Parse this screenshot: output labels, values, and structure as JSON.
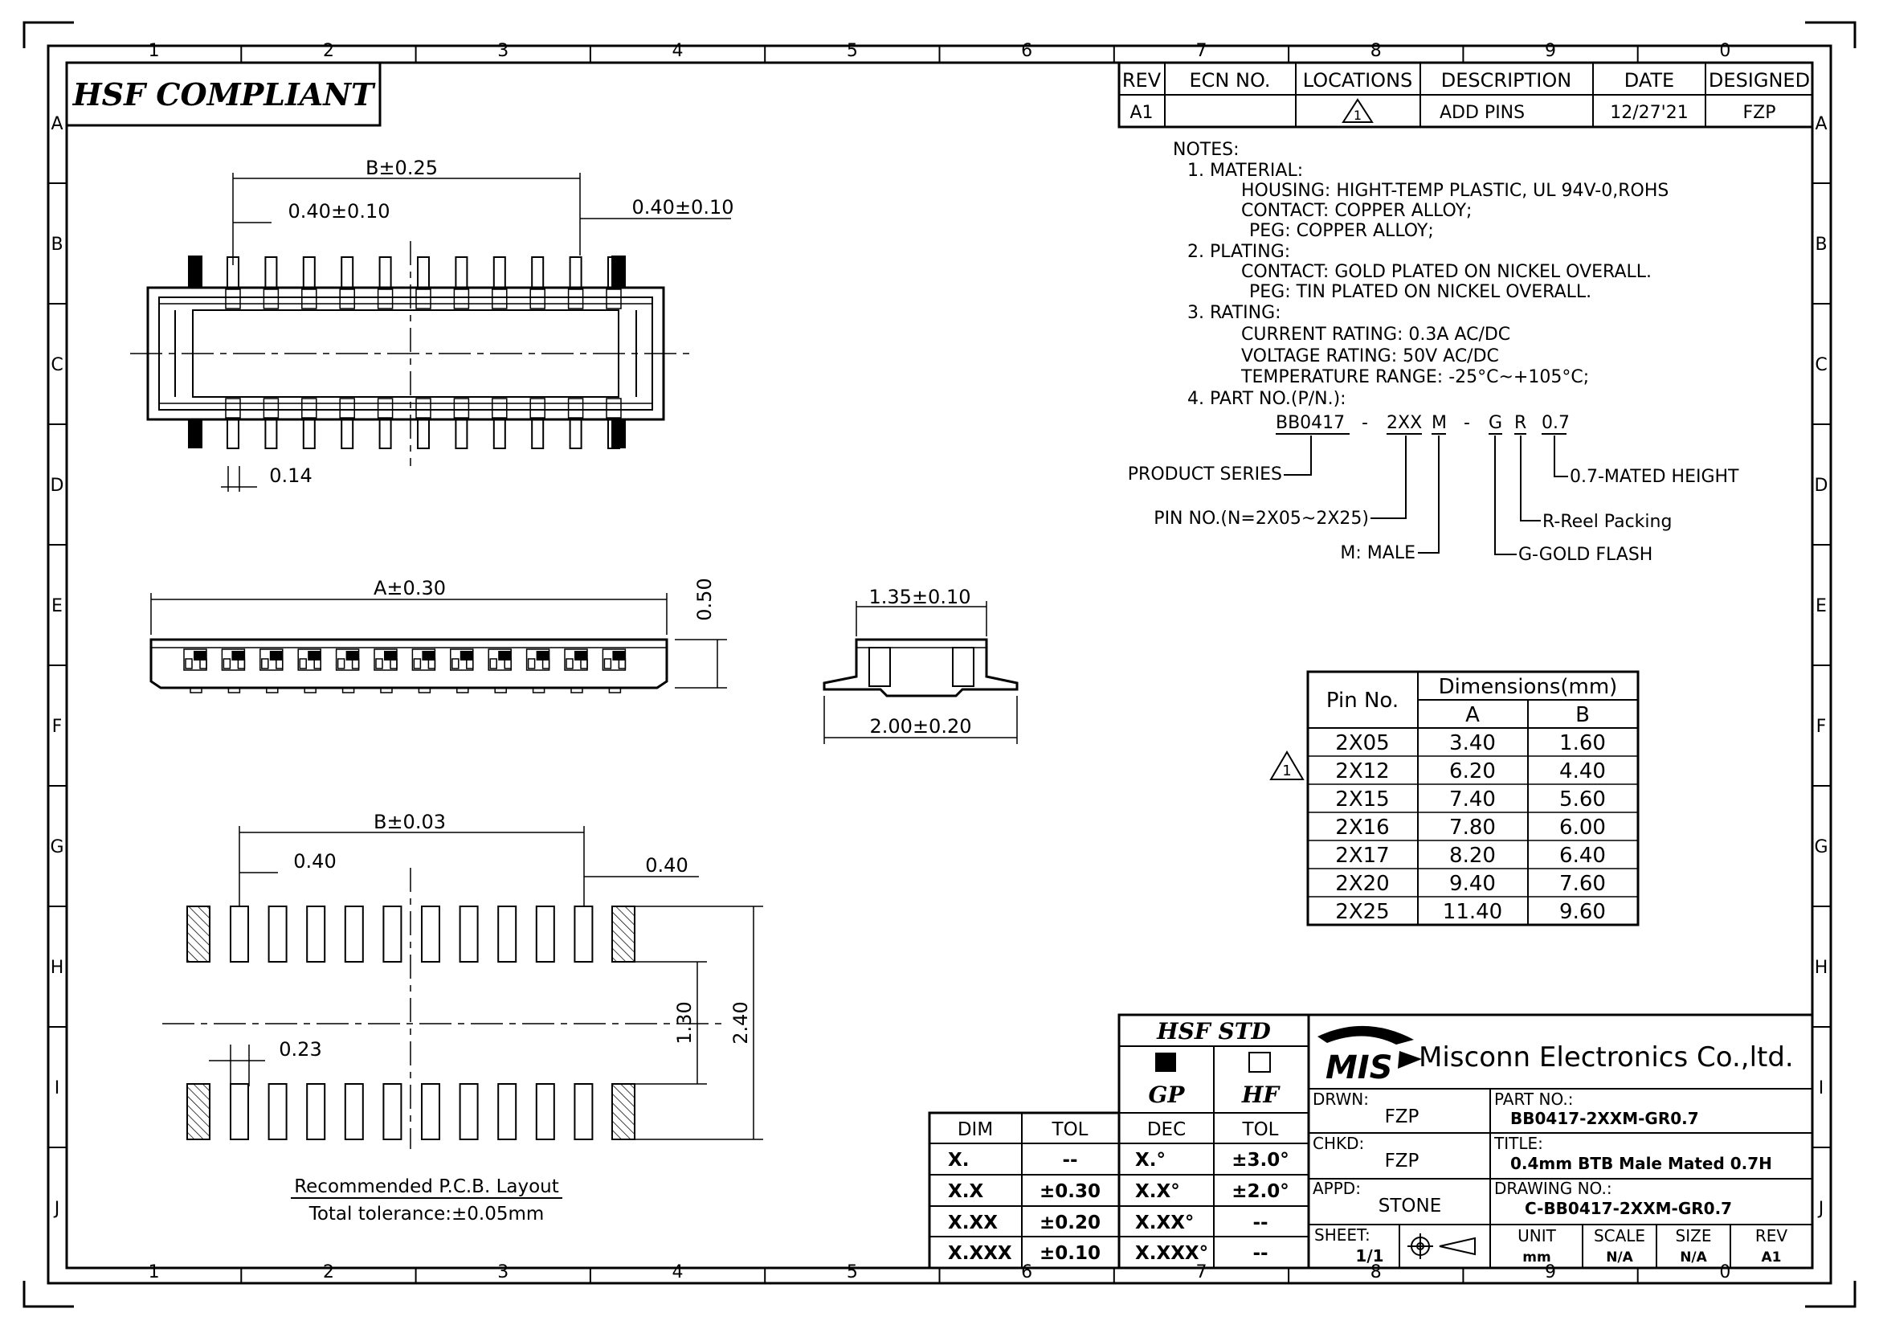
{
  "border": {
    "columns": [
      "1",
      "2",
      "3",
      "4",
      "5",
      "6",
      "7",
      "8",
      "9",
      "0"
    ],
    "rows": [
      "A",
      "B",
      "C",
      "D",
      "E",
      "F",
      "G",
      "H",
      "I",
      "J"
    ]
  },
  "compliance_box": {
    "text": "HSF COMPLIANT"
  },
  "revision_table": {
    "headers": [
      "REV",
      "ECN NO.",
      "LOCATIONS",
      "DESCRIPTION",
      "DATE",
      "DESIGNED"
    ],
    "row": {
      "rev": "A1",
      "ecn": "",
      "location": "1",
      "description": "ADD PINS",
      "date": "12/27'21",
      "designed": "FZP"
    }
  },
  "notes": {
    "title": "NOTES:",
    "lines": [
      "1. MATERIAL:",
      "HOUSING: HIGHT-TEMP PLASTIC, UL 94V-0,ROHS",
      "CONTACT: COPPER ALLOY;",
      "PEG: COPPER ALLOY;",
      "2. PLATING:",
      "CONTACT: GOLD PLATED ON NICKEL OVERALL.",
      "PEG: TIN PLATED ON NICKEL OVERALL.",
      "3. RATING:",
      "CURRENT RATING: 0.3A AC/DC",
      "VOLTAGE RATING: 50V AC/DC",
      "TEMPERATURE RANGE: -25°C~+105°C;",
      "4. PART NO.(P/N.):"
    ]
  },
  "part_number_breakdown": {
    "segments": [
      "BB0417",
      "-",
      "2XX",
      "M",
      "-",
      "G",
      "R",
      "0.7"
    ],
    "labels": {
      "series": "PRODUCT SERIES",
      "pins": "PIN NO.(N=2X05~2X25)",
      "male": "M: MALE",
      "height": "0.7-MATED HEIGHT",
      "packing": "R-Reel Packing",
      "flash": "G-GOLD FLASH"
    }
  },
  "dimensions_table": {
    "header_pin": "Pin No.",
    "header_dims": "Dimensions(mm)",
    "col_a": "A",
    "col_b": "B",
    "rows": [
      [
        "2X05",
        "3.40",
        "1.60"
      ],
      [
        "2X12",
        "6.20",
        "4.40"
      ],
      [
        "2X15",
        "7.40",
        "5.60"
      ],
      [
        "2X16",
        "7.80",
        "6.00"
      ],
      [
        "2X17",
        "8.20",
        "6.40"
      ],
      [
        "2X20",
        "9.40",
        "7.60"
      ],
      [
        "2X25",
        "11.40",
        "9.60"
      ]
    ],
    "revision_marker": "1"
  },
  "top_view": {
    "dim_b": "B±0.25",
    "dim_pitch": "0.40±0.10",
    "dim_peg": "0.40±0.10",
    "dim_width": "0.14"
  },
  "side_view": {
    "dim_a": "A±0.30",
    "dim_height": "0.50"
  },
  "end_view": {
    "dim_top": "1.35±0.10",
    "dim_bottom": "2.00±0.20"
  },
  "pcb_layout": {
    "dim_b": "B±0.03",
    "dim_pitch": "0.40",
    "dim_peg": "0.40",
    "dim_pad": "0.23",
    "dim_row": "1.30",
    "dim_total": "2.40",
    "caption": "Recommended P.C.B. Layout",
    "tolerance": "Total tolerance:±0.05mm"
  },
  "tolerance_table": {
    "headers": [
      "DIM",
      "TOL"
    ],
    "rows": [
      [
        "X.",
        "--"
      ],
      [
        "X.X",
        "±0.30"
      ],
      [
        "X.XX",
        "±0.20"
      ],
      [
        "X.XXX",
        "±0.10"
      ]
    ]
  },
  "hsf_std": {
    "title": "HSF STD",
    "gp": "GP",
    "hf": "HF",
    "headers": [
      "DEC",
      "TOL"
    ],
    "rows": [
      [
        "X.°",
        "±3.0°"
      ],
      [
        "X.X°",
        "±2.0°"
      ],
      [
        "X.XX°",
        "--"
      ],
      [
        "X.XXX°",
        "--"
      ]
    ]
  },
  "title_block": {
    "logo": "MIS",
    "company": "Misconn Electronics Co.,ltd.",
    "drawn_label": "DRWN:",
    "drawn": "FZP",
    "checked_label": "CHKD:",
    "checked": "FZP",
    "approved_label": "APPD:",
    "approved": "STONE",
    "part_no_label": "PART NO.:",
    "part_no": "BB0417-2XXM-GR0.7",
    "title_label": "TITLE:",
    "title": "0.4mm BTB Male Mated 0.7H",
    "drawing_no_label": "DRAWING NO.:",
    "drawing_no": "C-BB0417-2XXM-GR0.7",
    "sheet_label": "SHEET:",
    "sheet": "1/1",
    "unit_label": "UNIT",
    "unit": "mm",
    "scale_label": "SCALE",
    "scale": "N/A",
    "size_label": "SIZE",
    "size": "N/A",
    "rev_label": "REV",
    "rev": "A1"
  }
}
